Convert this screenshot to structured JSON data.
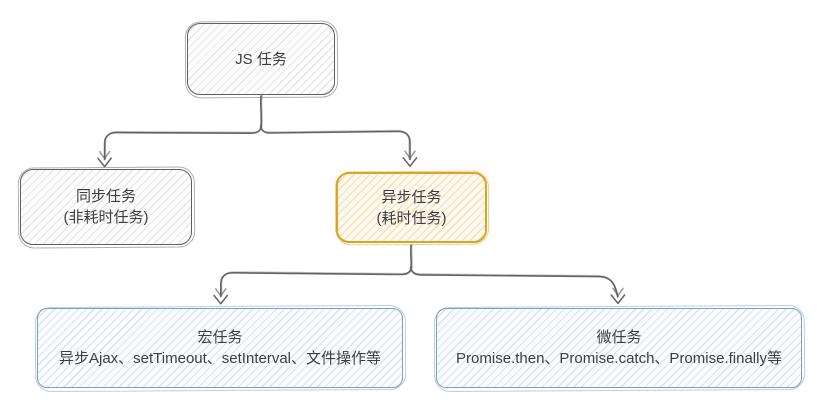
{
  "diagram": {
    "type": "flowchart",
    "nodes": [
      {
        "id": "js-task",
        "label": "JS 任务",
        "sublabel": "",
        "style": "default"
      },
      {
        "id": "sync-task",
        "label": "同步任务",
        "sublabel": "(非耗时任务)",
        "style": "default"
      },
      {
        "id": "async-task",
        "label": "异步任务",
        "sublabel": "(耗时任务)",
        "style": "highlight"
      },
      {
        "id": "macro-task",
        "label": "宏任务",
        "sublabel": "异步Ajax、setTimeout、setInterval、文件操作等",
        "style": "leaf"
      },
      {
        "id": "micro-task",
        "label": "微任务",
        "sublabel": "Promise.then、Promise.catch、Promise.finally等",
        "style": "leaf"
      }
    ],
    "edges": [
      {
        "from": "js-task",
        "to": "sync-task"
      },
      {
        "from": "js-task",
        "to": "async-task"
      },
      {
        "from": "async-task",
        "to": "macro-task"
      },
      {
        "from": "async-task",
        "to": "micro-task"
      }
    ]
  },
  "colors": {
    "background": "#ffffff",
    "connector": "#636363",
    "text": "#3e3e3e",
    "default_border": "#5f5f5f",
    "default_fill": "#fdfdfd",
    "default_hatch": "#e6e6e6",
    "highlight_border": "#d9a522",
    "highlight_fill": "#fffaf0",
    "highlight_hatch": "#f6ddb8",
    "leaf_border": "#7d9cc8",
    "leaf_fill": "#fbfdff",
    "leaf_hatch": "#d6e3f2"
  }
}
